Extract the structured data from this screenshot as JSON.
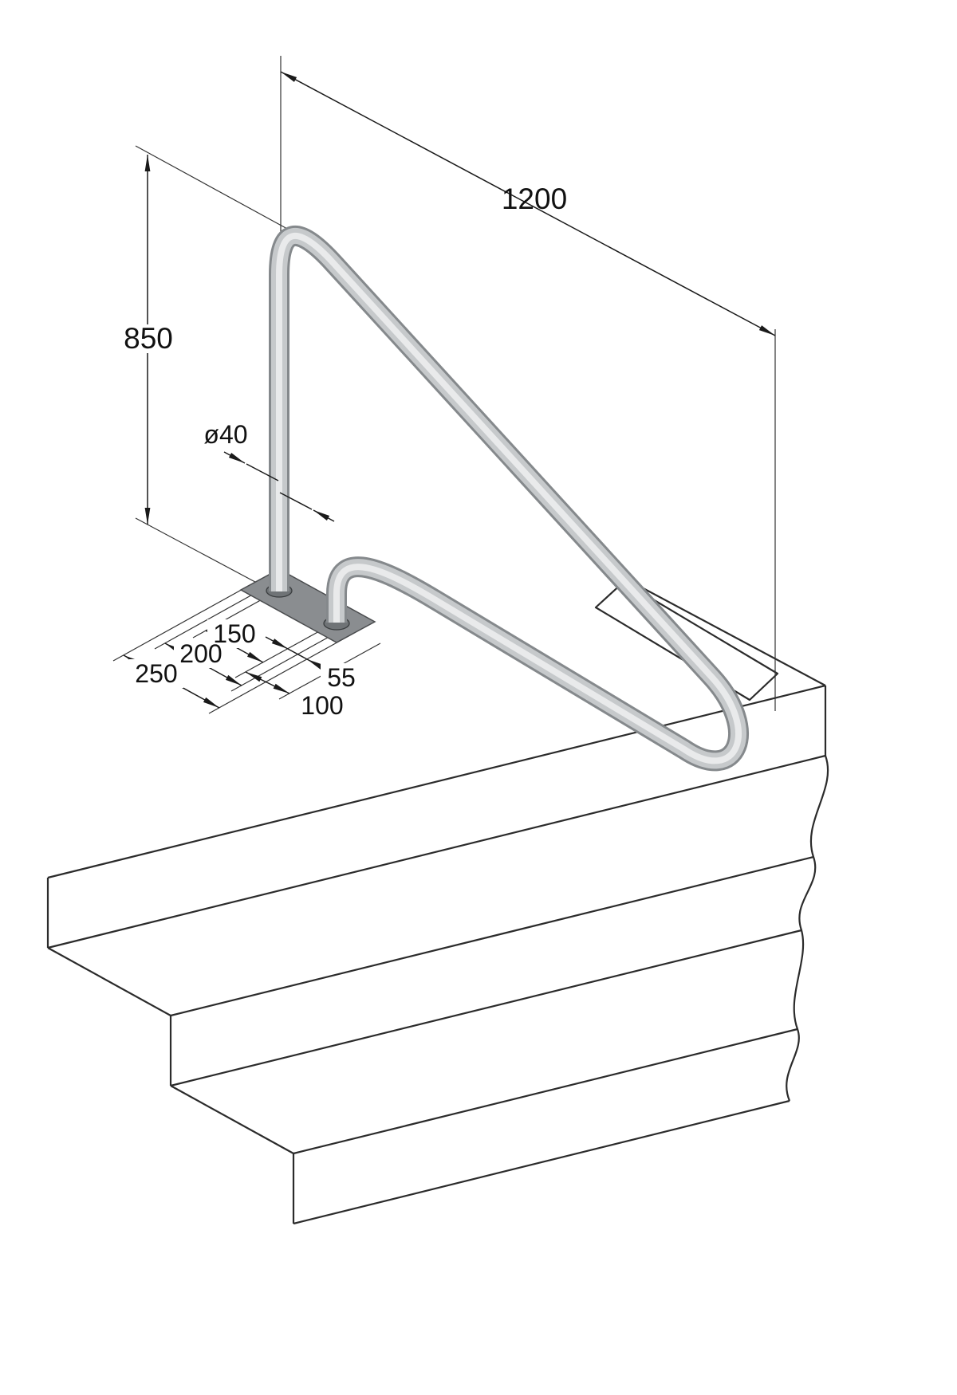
{
  "drawing": {
    "title": "Pool handrail installation drawing",
    "type": "isometric dimensional diagram"
  },
  "dimensions": {
    "overall_width": {
      "label": "1200"
    },
    "overall_height": {
      "label": "850"
    },
    "tube_diameter": {
      "label": "ø40"
    },
    "tube_spacing": {
      "label": "150"
    },
    "hole_spacing": {
      "label": "200"
    },
    "plate_length": {
      "label": "250"
    },
    "edge_offset_small": {
      "label": "55"
    },
    "edge_offset_large": {
      "label": "100"
    }
  },
  "colors": {
    "tube_edge": "#85898c",
    "tube_body": "#c6c9cb",
    "tube_highlight": "#e9eaeb",
    "plate_fill": "#8a8d90",
    "plate_edge": "#4a4c4e",
    "collar_fill": "#6f7376",
    "outline": "#2b2b2b",
    "dimline": "#1a1a1a"
  }
}
